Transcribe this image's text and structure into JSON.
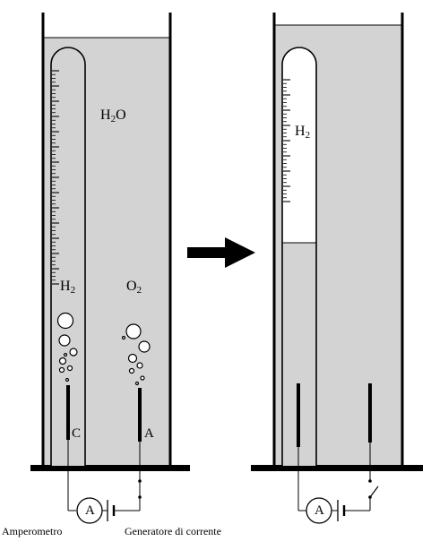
{
  "colors": {
    "water": "#d3d3d3",
    "outline": "#000000",
    "gas": "#ffffff",
    "background": "#ffffff"
  },
  "left_panel": {
    "water_label": {
      "main": "H",
      "sub": "2",
      "tail": "O"
    },
    "cathode_gas_label": {
      "main": "H",
      "sub": "2"
    },
    "anode_gas_label": {
      "main": "O",
      "sub": "2"
    },
    "cathode_label": "C",
    "anode_label": "A",
    "ammeter_symbol": "A",
    "ammeter_caption": "Amperometro",
    "generator_caption": "Generatore di corrente"
  },
  "right_panel": {
    "collected_gas_label": {
      "main": "H",
      "sub": "2"
    },
    "ammeter_symbol": "A",
    "switch_state": "open"
  },
  "arrow": {
    "icon": "arrow-right-icon"
  },
  "tube_scale": {
    "left_major_ticks": 14,
    "right_major_ticks": 8
  }
}
